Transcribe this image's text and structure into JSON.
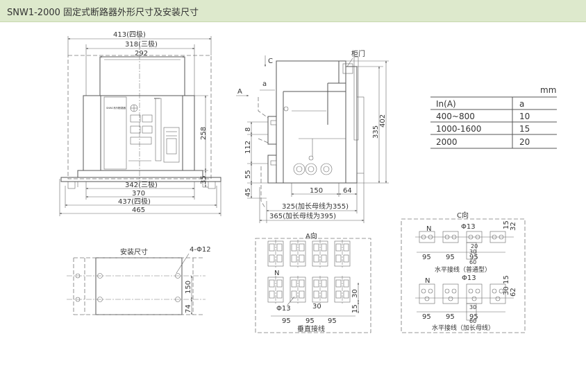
{
  "header": {
    "title": "SNW1-2000 固定式断路器外形尺寸及安装尺寸"
  },
  "front_view": {
    "dims": {
      "w413": "413(四极)",
      "w318": "318(三极)",
      "w292": "292",
      "w342": "342(三极)",
      "w370": "370",
      "w437": "437(四极)",
      "w465": "465",
      "h258": "258",
      "h35": "35"
    },
    "panel_label": "SNW1系列断路器"
  },
  "side_view": {
    "label_c": "C",
    "label_cabinet_door": "柜门",
    "label_a": "A",
    "label_a_small": "a",
    "dims": {
      "d8": "8",
      "d112": "112",
      "d55": "55",
      "d45": "45",
      "d150": "150",
      "d64": "64",
      "d335": "335",
      "d402": "402",
      "d325": "325(加长母线为355)",
      "d365": "365(加长母线为395)"
    }
  },
  "table": {
    "unit": "mm",
    "headers": [
      "In(A)",
      "a"
    ],
    "rows": [
      [
        "400~800",
        "10"
      ],
      [
        "1000-1600",
        "15"
      ],
      [
        "2000",
        "20"
      ]
    ]
  },
  "mounting": {
    "title": "安装尺寸",
    "hole_label": "4-Φ12",
    "dim_150": "150",
    "dim_74": "74"
  },
  "a_view": {
    "title": "A向",
    "n_label": "N",
    "phi_label": "Φ13",
    "dim_30a": "30",
    "dim_30b": "30",
    "dim_15": "15",
    "dims_95": [
      "95",
      "95",
      "95"
    ],
    "caption": "垂直接线"
  },
  "c_view": {
    "title": "C向",
    "phi_top": "Φ13",
    "n_top": "N",
    "dim_15a": "15",
    "dim_32": "32",
    "dims_95_top": [
      "95",
      "95",
      "95"
    ],
    "dim_20": "20",
    "dim_30": "30",
    "dim_60": "60",
    "caption_top": "水平接线（普通型）",
    "phi_bottom": "Φ13",
    "n_bottom": "N",
    "dim_15b": "15",
    "dim_30b": "30",
    "dim_62": "62",
    "dims_95_bottom": [
      "95",
      "95",
      "95"
    ],
    "dim_30c": "30",
    "dim_60b": "60",
    "caption_bottom": "水平接线（加长母线）"
  }
}
